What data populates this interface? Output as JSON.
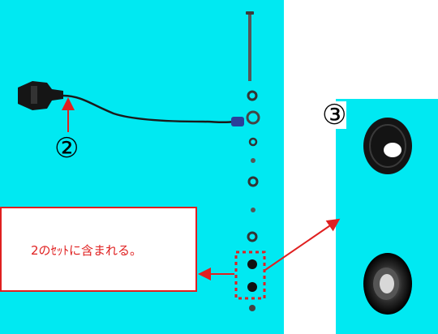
{
  "labels": {
    "marker_2": "②",
    "marker_3": "③",
    "callout_text": "2のｾｯﾄに含まれる。"
  },
  "colors": {
    "background": "#00e9f2",
    "callout_border": "#e02020",
    "arrow": "#e02020",
    "dotted_box": "#e02020"
  },
  "icons": [
    "connector-plug-icon",
    "cable-icon",
    "screw-icon",
    "washer-icon",
    "grommet-icon"
  ]
}
